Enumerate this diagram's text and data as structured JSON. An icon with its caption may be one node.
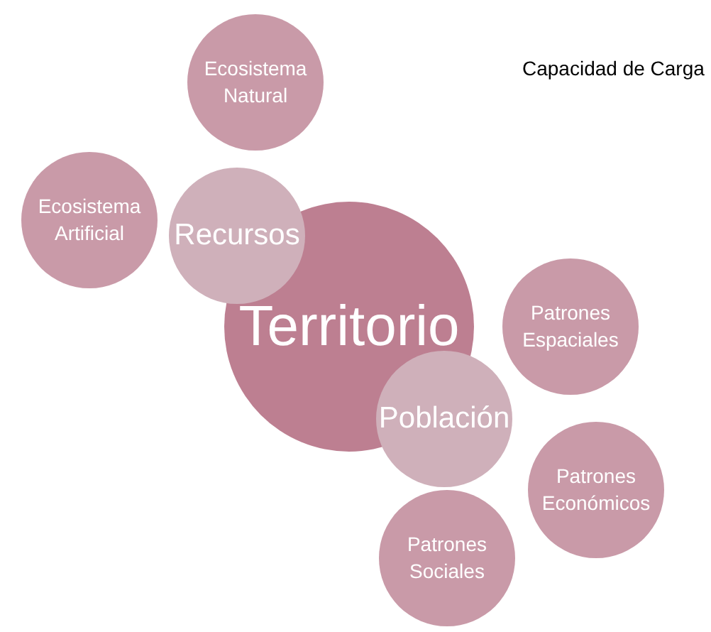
{
  "diagram": {
    "title": "Capacidad de Carga",
    "nodes": [
      {
        "text": [
          "Ecosistema Natural"
        ]
      },
      {
        "text": [
          "Ecosistema Artificial"
        ]
      },
      {
        "text": [
          "Recursos"
        ]
      },
      {
        "text": [
          "Territorio"
        ]
      },
      {
        "text": [
          "Patrones Espaciales"
        ]
      },
      {
        "text": [
          "Población"
        ]
      },
      {
        "text": [
          "Patrones Económicos"
        ]
      },
      {
        "text": [
          "Patrones Sociales"
        ]
      }
    ]
  }
}
